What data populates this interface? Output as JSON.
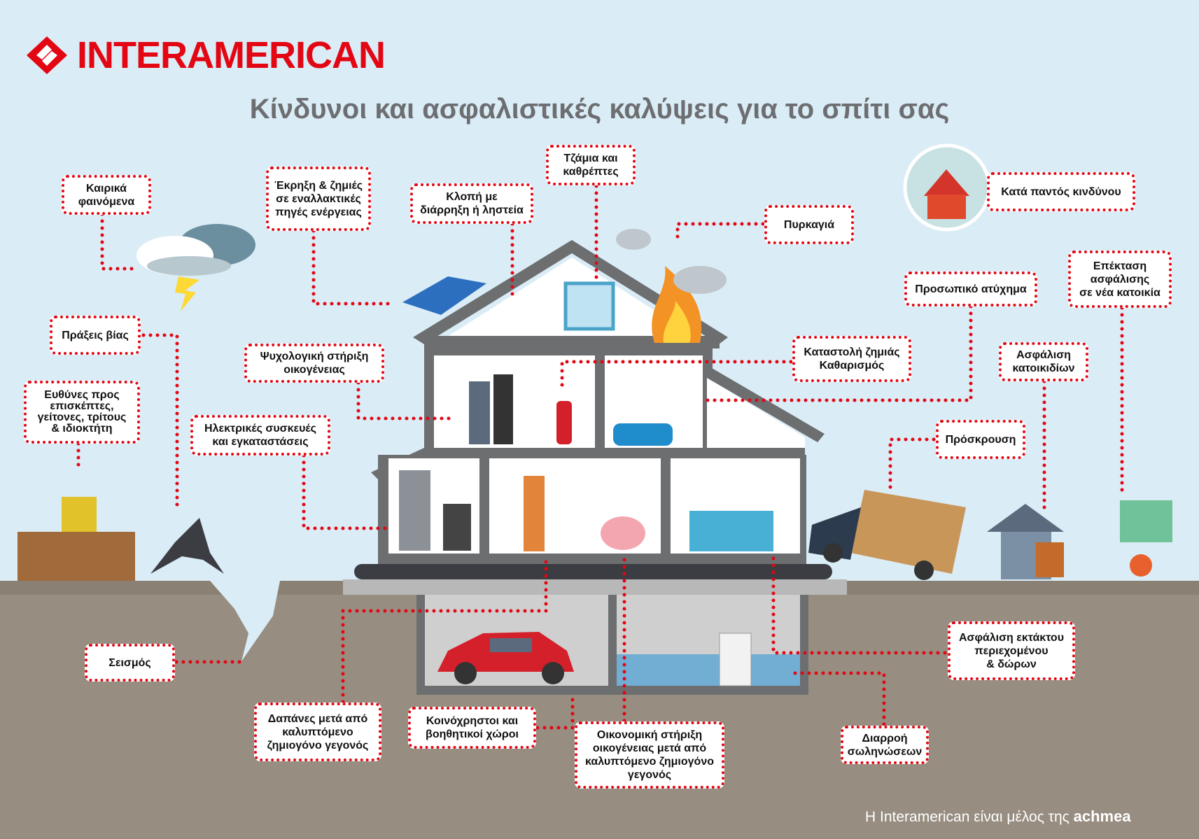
{
  "brand": {
    "name": "INTERAMERICAN",
    "color": "#e30613"
  },
  "title": "Κίνδυνοι και ασφαλιστικές καλύψεις για το σπίτι σας",
  "labels": {
    "weather": "Καιρικά\nφαινόμενα",
    "explosion": "Έκρηξη & ζημιές\nσε εναλλακτικές\nπηγές ενέργειας",
    "theft": "Κλοπή με\nδιάρρηξη ή ληστεία",
    "glass": "Τζάμια και\nκαθρέπτες",
    "fire": "Πυρκαγιά",
    "all_risks": "Κατά παντός κινδύνου",
    "personal_accident": "Προσωπικό ατύχημα",
    "extension": "Επέκταση\nασφάλισης\nσε νέα κατοικία",
    "violence": "Πράξεις βίας",
    "psych_support": "Ψυχολογική στήριξη\nοικογένειας",
    "damage_cleaning": "Καταστολή ζημιάς\nΚαθαρισμός",
    "pets": "Ασφάλιση\nκατοικιδίων",
    "liability": "Ευθύνες προς\nεπισκέπτες,\nγείτονες, τρίτους\n& ιδιοκτήτη",
    "electrical": "Ηλεκτρικές συσκευές\nκαι εγκαταστάσεις",
    "collision": "Πρόσκρουση",
    "earthquake": "Σεισμός",
    "contents": "Ασφάλιση εκτάκτου\nπεριεχομένου\n& δώρων",
    "expenses": "Δαπάνες μετά από\nκαλυπτόμενο\nζημιογόνο γεγονός",
    "common_areas": "Κοινόχρηστοι και\nβοηθητικοί χώροι",
    "financial_support": "Οικονομική στήριξη\nοικογένειας μετά από\nκαλυπτόμενο ζημιογόνο\nγεγονός",
    "pipe_leak": "Διαρροή\nσωληνώσεων"
  },
  "footer": {
    "text": "Η Interamerican είναι μέλος της",
    "partner": "achmea"
  },
  "colors": {
    "sky": "#daecf6",
    "ground": "#978d80",
    "connector": "#e30613",
    "house": "#6d6e70"
  }
}
